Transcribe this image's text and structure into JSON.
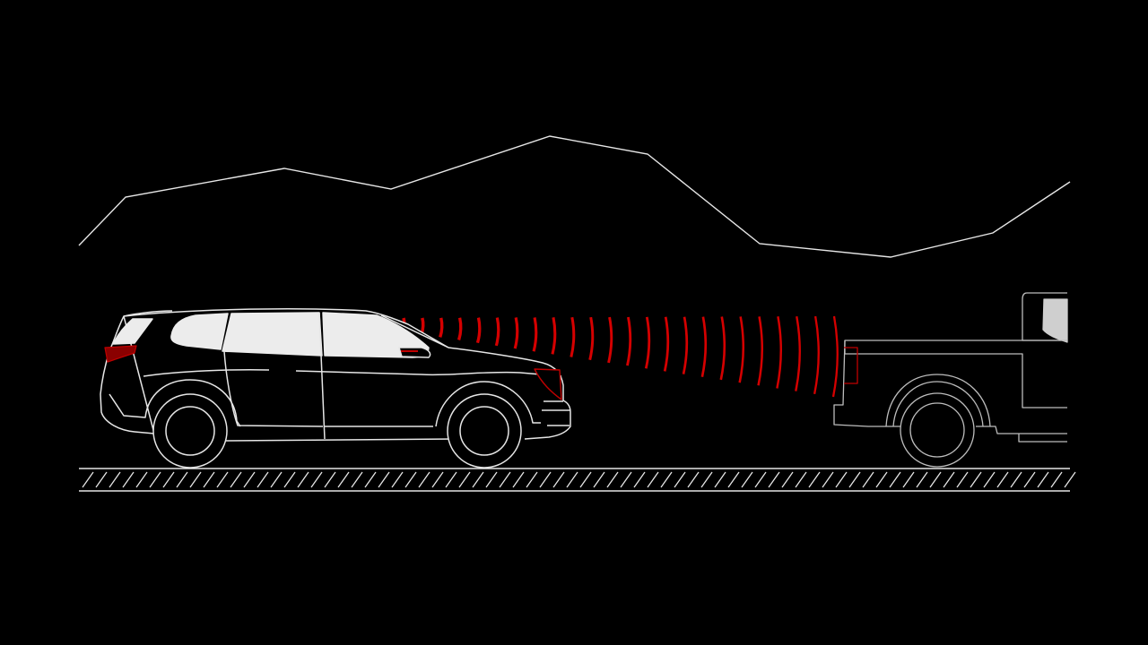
{
  "scene": {
    "background": "#000000",
    "line_color": "#e6e6e6",
    "window_fill": "#ececec",
    "sensor_color": "#d40000",
    "sensor_wave_count": 24
  },
  "elements": {
    "mountains": "mountain-silhouette",
    "road": "hatched-road",
    "ego_vehicle": "suv-outline",
    "lead_vehicle": "pickup-truck-rear",
    "sensor": "forward-radar-waves"
  }
}
